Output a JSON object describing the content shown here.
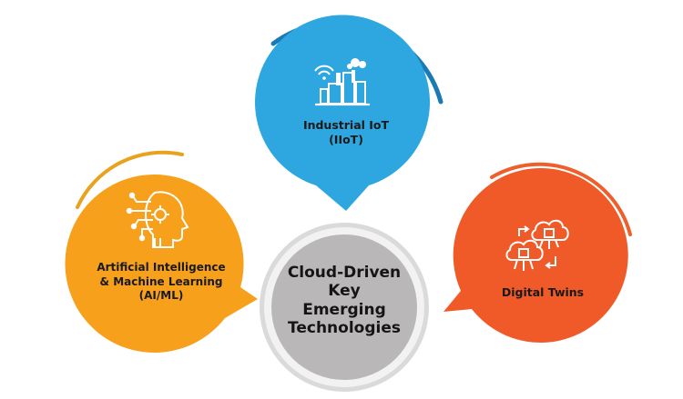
{
  "colors": {
    "iot_fill": "#2EA6DF",
    "iot_ring": "#1B79B6",
    "ai_fill": "#F7A01C",
    "ai_ring": "#E8A21D",
    "dt_fill": "#F05A28",
    "dt_ring": "#EE5F2C",
    "center_fill": "#B9B7B8",
    "center_ring": "#DADADA",
    "icon": "#ffffff"
  },
  "center": {
    "lines": [
      "Cloud-Driven",
      "Key",
      "Emerging",
      "Technologies"
    ]
  },
  "nodes": {
    "iot": {
      "label_lines": [
        "Industrial IoT",
        "(IIoT)"
      ],
      "icon": "smart-factory-icon"
    },
    "ai": {
      "label_lines": [
        "Artificial Intelligence",
        "& Machine Learning",
        "(AI/ML)"
      ],
      "icon": "ai-brain-head-icon"
    },
    "dt": {
      "label_lines": [
        "Digital Twins"
      ],
      "icon": "digital-twin-cloud-icon"
    }
  }
}
